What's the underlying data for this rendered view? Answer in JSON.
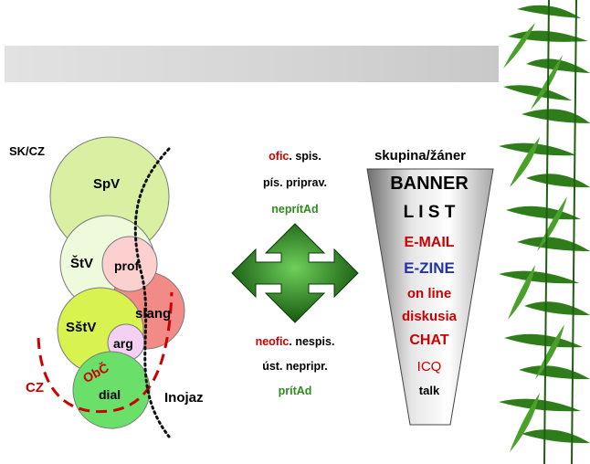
{
  "left": {
    "corner_label": "SK/CZ",
    "circles": {
      "spv": "SpV",
      "stv": "ŠtV",
      "prof": "prof",
      "slang": "slang",
      "sstv": "SštV",
      "arg": "arg",
      "obc": "ObČ",
      "dial": "dial"
    },
    "cz_label": "CZ",
    "inojaz_label": "Inojaz"
  },
  "middle": {
    "top": {
      "ofic": "ofic",
      "dot": ".",
      "spis": "spis.",
      "line2": "pís. priprav.",
      "line3": "neprítAd"
    },
    "bottom": {
      "neofic": "neofic",
      "dot": ".",
      "nespis": "nespis.",
      "line2": "úst. nepripr.",
      "line3": "prítAd"
    }
  },
  "funnel": {
    "header": "skupina/žáner",
    "items": [
      "BANNER",
      "L I S T",
      "E-MAIL",
      "E-ZINE",
      "on line",
      "diskusia",
      "CHAT",
      "ICQ",
      "talk"
    ]
  },
  "colors": {
    "red": "#cc0000",
    "green": "#2e8b1f",
    "blue": "#2233aa"
  }
}
